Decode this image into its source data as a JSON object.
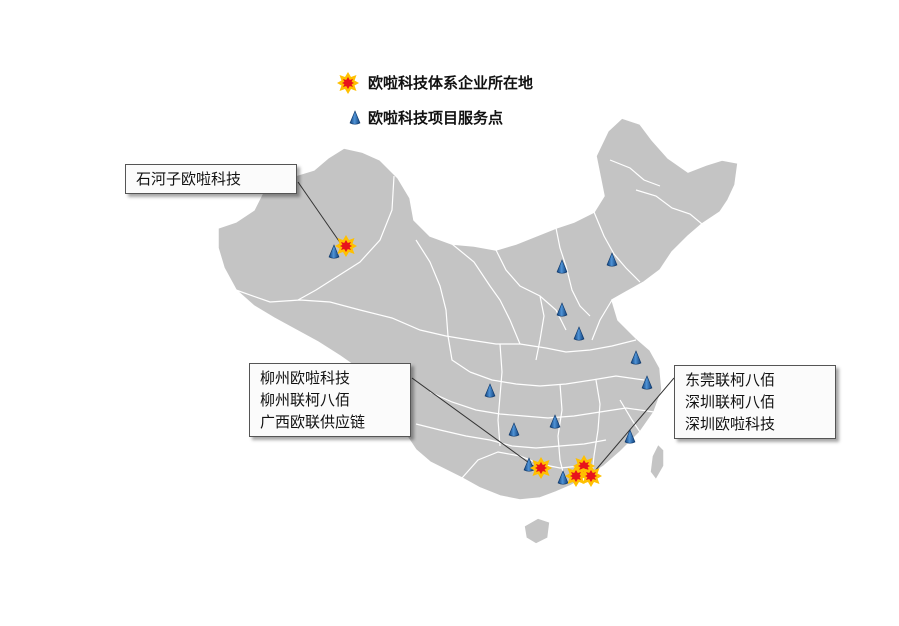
{
  "legend": {
    "enterprise_label": "欧啦科技体系企业所在地",
    "service_label": "欧啦科技项目服务点",
    "enterprise_icon": "explosion-star-icon",
    "service_icon": "blue-cone-icon"
  },
  "callouts": {
    "northwest": {
      "lines": [
        "石河子欧啦科技"
      ]
    },
    "south": {
      "lines": [
        "柳州欧啦科技",
        "柳州联柯八佰",
        "广西欧联供应链"
      ]
    },
    "southeast": {
      "lines": [
        "东莞联柯八佰",
        "深圳联柯八佰",
        "深圳欧啦科技"
      ]
    }
  },
  "colors": {
    "map_fill": "#c4c4c4",
    "border": "#ffffff",
    "star_outer": "#ffc000",
    "star_inner": "#e8141c",
    "marker_blue": "#1f5fa8"
  }
}
